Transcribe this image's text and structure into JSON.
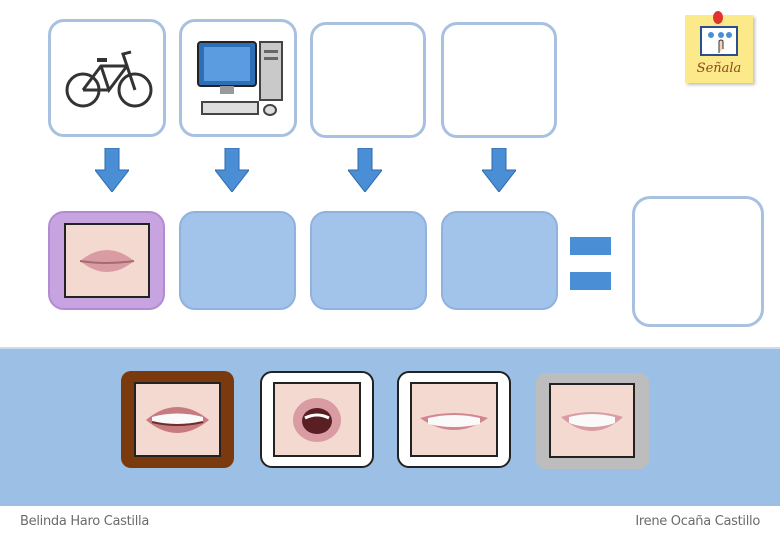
{
  "cards": [
    {
      "icon": "bicycle-icon"
    },
    {
      "icon": "desktop-computer-icon"
    },
    {
      "icon": ""
    },
    {
      "icon": ""
    }
  ],
  "colors": {
    "slot_fill": "#a2c4ea",
    "arrow": "#4a8fd6",
    "band": "#9cc0e5",
    "selected_border": "#c7a4e0"
  },
  "note": {
    "label": "Señala"
  },
  "footer": {
    "left_author": "Belinda Haro Castilla",
    "right_author": "Irene Ocaña Castillo"
  }
}
